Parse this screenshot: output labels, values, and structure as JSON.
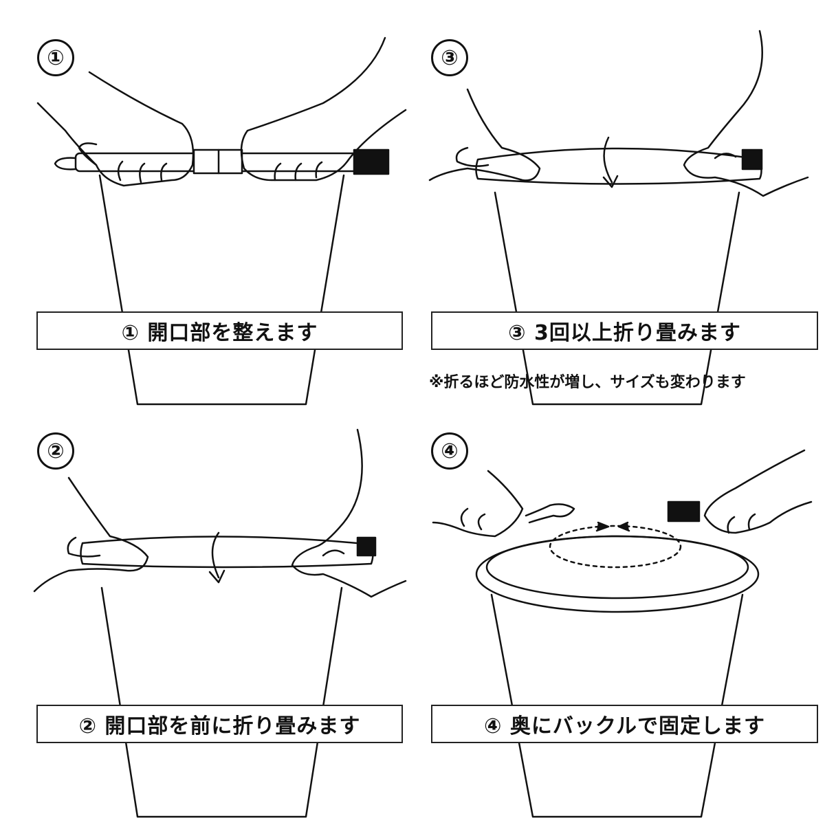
{
  "steps": [
    {
      "number": "①",
      "caption": "①  開口部を整えます"
    },
    {
      "number": "②",
      "caption": "②  開口部を前に折り畳みます"
    },
    {
      "number": "③",
      "caption": "③  3回以上折り畳みます",
      "note": "※折るほど防水性が増し、サイズも変わります"
    },
    {
      "number": "④",
      "caption": "④  奥にバックルで固定します"
    }
  ]
}
